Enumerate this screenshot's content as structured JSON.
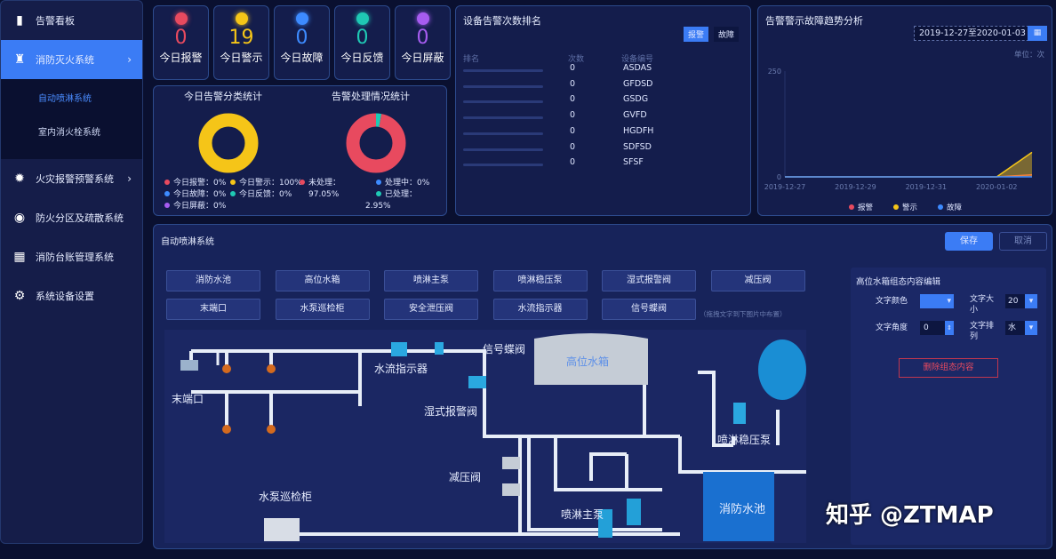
{
  "sidebar": {
    "items": [
      {
        "label": "告警看板",
        "icon": "bar-chart-icon"
      },
      {
        "label": "消防灭火系统",
        "icon": "fire-hydrant-icon",
        "active": true,
        "children": [
          {
            "label": "自动喷淋系统",
            "active": true
          },
          {
            "label": "室内消火栓系统"
          }
        ]
      },
      {
        "label": "火灾报警预警系统",
        "icon": "alarm-light-icon"
      },
      {
        "label": "防火分区及疏散系统",
        "icon": "compass-icon"
      },
      {
        "label": "消防台账管理系统",
        "icon": "grid-icon"
      },
      {
        "label": "系统设备设置",
        "icon": "gear-icon"
      }
    ]
  },
  "stats": [
    {
      "value": "0",
      "label": "今日报警",
      "color": "#e84a5f"
    },
    {
      "value": "19",
      "label": "今日警示",
      "color": "#f5c518"
    },
    {
      "value": "0",
      "label": "今日故障",
      "color": "#3d8bff"
    },
    {
      "value": "0",
      "label": "今日反馈",
      "color": "#1fc9b4"
    },
    {
      "value": "0",
      "label": "今日屏蔽",
      "color": "#a65cf0"
    }
  ],
  "category": {
    "title": "今日告警分类统计",
    "legend": [
      {
        "label": "今日报警：0%",
        "value": 0,
        "color": "#e84a5f"
      },
      {
        "label": "今日警示：100%",
        "value": 100,
        "color": "#f5c518"
      },
      {
        "label": "今日故障：0%",
        "value": 0,
        "color": "#3d8bff"
      },
      {
        "label": "今日反馈：0%",
        "value": 0,
        "color": "#1fc9b4"
      },
      {
        "label": "今日屏蔽：0%",
        "value": 0,
        "color": "#a65cf0"
      }
    ]
  },
  "handling": {
    "title": "告警处理情况统计",
    "legend": [
      {
        "label": "未处理：",
        "pct": "97.05%",
        "value": 97.05,
        "color": "#e84a5f"
      },
      {
        "label": "处理中：0%",
        "value": 0,
        "color": "#3d8bff"
      },
      {
        "label": "已处理：",
        "pct": "2.95%",
        "value": 2.95,
        "color": "#1fc9b4"
      }
    ]
  },
  "ranking": {
    "title": "设备告警次数排名",
    "tabs": [
      "报警",
      "故障"
    ],
    "active_tab": "报警",
    "headers": [
      "排名",
      "次数",
      "设备编号"
    ],
    "rows": [
      {
        "count": "0",
        "code": "ASDAS"
      },
      {
        "count": "0",
        "code": "GFDSD"
      },
      {
        "count": "0",
        "code": "GSDG"
      },
      {
        "count": "0",
        "code": "GVFD"
      },
      {
        "count": "0",
        "code": "HGDFH"
      },
      {
        "count": "0",
        "code": "SDFSD"
      },
      {
        "count": "0",
        "code": "SFSF"
      }
    ]
  },
  "trend": {
    "title": "告警警示故障趋势分析",
    "date_range": "2019-12-27至2020-01-03",
    "unit": "单位：次"
  },
  "chart_data": {
    "type": "area",
    "x": [
      "2019-12-27",
      "2019-12-28",
      "2019-12-29",
      "2019-12-30",
      "2019-12-31",
      "2020-01-01",
      "2020-01-02",
      "2020-01-03"
    ],
    "xticks": [
      "2019-12-27",
      "2019-12-29",
      "2019-12-31",
      "2020-01-02"
    ],
    "yticks": [
      "0",
      "250"
    ],
    "ylim": [
      0,
      250
    ],
    "grid": false,
    "legend_position": "bottom",
    "series": [
      {
        "name": "报警",
        "color": "#e84a5f",
        "values": [
          0,
          0,
          0,
          0,
          0,
          0,
          0,
          5
        ]
      },
      {
        "name": "警示",
        "color": "#f5c518",
        "values": [
          0,
          0,
          0,
          0,
          0,
          0,
          0,
          58
        ]
      },
      {
        "name": "故障",
        "color": "#3d8bff",
        "values": [
          0,
          0,
          0,
          0,
          0,
          0,
          0,
          0
        ]
      }
    ]
  },
  "editor": {
    "title": "自动喷淋系统",
    "save": "保存",
    "cancel": "取消",
    "buttons": [
      "消防水池",
      "高位水箱",
      "喷淋主泵",
      "喷淋稳压泵",
      "湿式报警阀",
      "减压阀",
      "末端口",
      "水泵巡检柜",
      "安全泄压阀",
      "水流指示器",
      "信号蝶阀"
    ],
    "hint": "（拖拽文字到下图片中布置）",
    "diagram_labels": {
      "end": "末端口",
      "flow": "水流指示器",
      "signal": "信号蝶阀",
      "tank": "高位水箱",
      "wet": "湿式报警阀",
      "steady": "喷淋稳压泵",
      "reduce": "减压阀",
      "cabinet": "水泵巡检柜",
      "mainpump": "喷淋主泵",
      "pool": "消防水池"
    }
  },
  "props": {
    "title": "高位水箱组态内容编辑",
    "color_label": "文字颜色",
    "color_value": "#3b7cf5",
    "size_label": "文字大小",
    "size_value": "20",
    "angle_label": "文字角度",
    "angle_value": "0",
    "orient_label": "文字排列",
    "orient_value": "水",
    "delete": "删除组态内容"
  },
  "watermark": "知乎 @ZTMAP"
}
